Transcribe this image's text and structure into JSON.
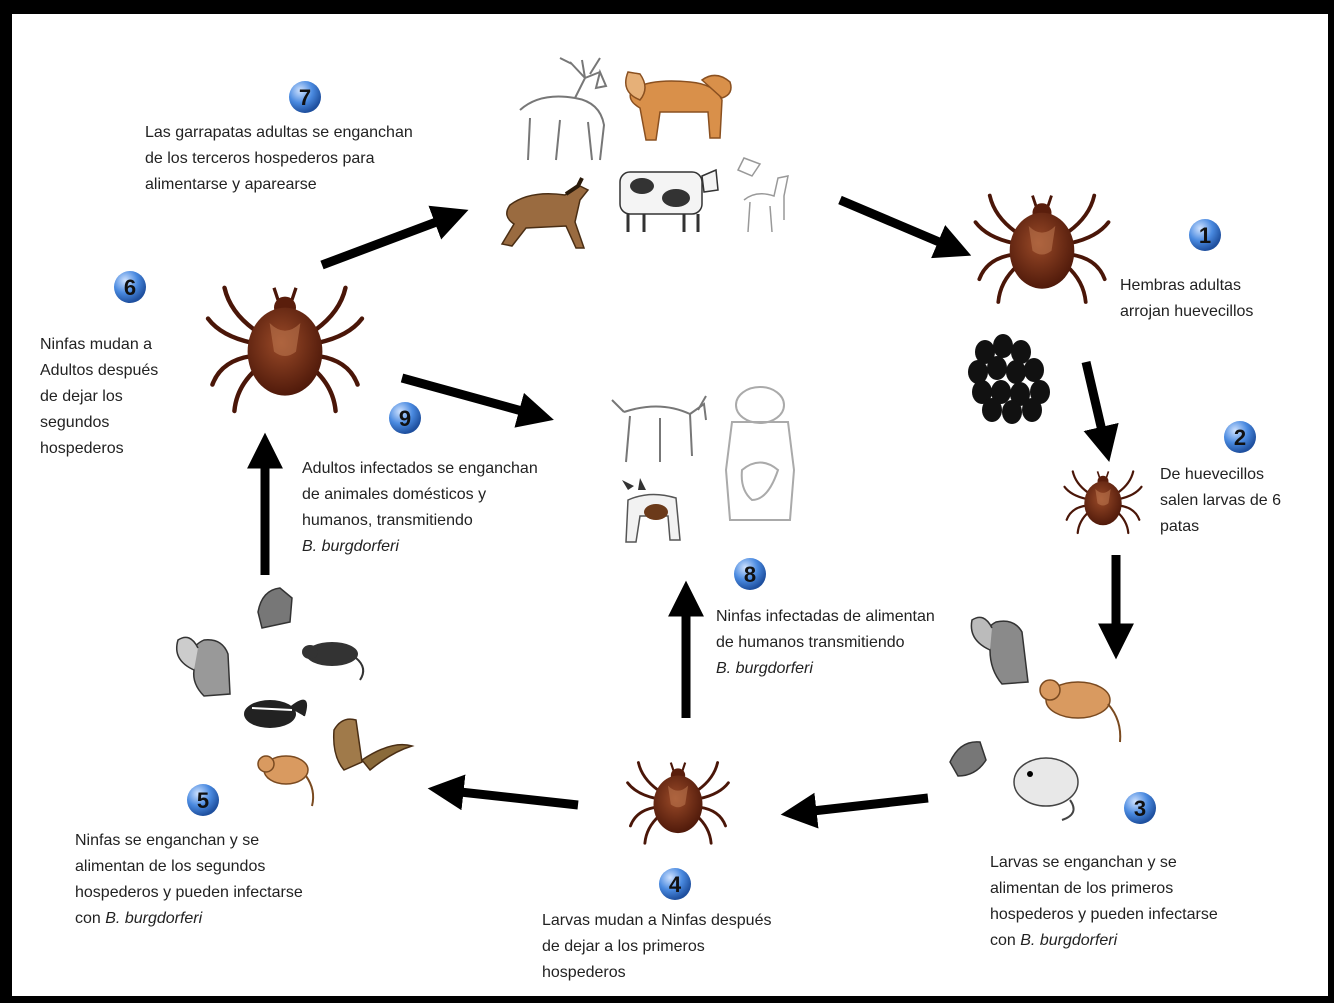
{
  "steps": [
    {
      "num": "1",
      "lines": [
        "Hembras adultas",
        "arrojan huevecillos"
      ],
      "italic": ""
    },
    {
      "num": "2",
      "lines": [
        "De huevecillos",
        "salen larvas de 6",
        "patas"
      ],
      "italic": ""
    },
    {
      "num": "3",
      "lines": [
        "Larvas se enganchan y se",
        "alimentan de los primeros",
        "hospederos y pueden infectarse",
        "con "
      ],
      "italic": "B. burgdorferi"
    },
    {
      "num": "4",
      "lines": [
        "Larvas mudan a Ninfas después",
        "de dejar a los primeros",
        "hospederos"
      ],
      "italic": ""
    },
    {
      "num": "5",
      "lines": [
        "Ninfas se enganchan y se",
        "alimentan de los segundos",
        "hospederos y pueden infectarse",
        "con "
      ],
      "italic": "B. burgdorferi"
    },
    {
      "num": "6",
      "lines": [
        "Ninfas mudan a",
        "Adultos después",
        "de dejar los",
        "segundos",
        "hospederos"
      ],
      "italic": ""
    },
    {
      "num": "7",
      "lines": [
        "Las garrapatas adultas se enganchan",
        "de los terceros hospederos para",
        "alimentarse y aparearse"
      ],
      "italic": ""
    },
    {
      "num": "8",
      "lines": [
        "Ninfas infectadas de alimentan",
        "de humanos transmitiendo",
        ""
      ],
      "italic": "B. burgdorferi"
    },
    {
      "num": "9",
      "lines": [
        "Adultos infectados se enganchan",
        "de animales domésticos y",
        "humanos, transmitiendo",
        ""
      ],
      "italic": "B. burgdorferi"
    }
  ],
  "icons": {
    "tick": "tick-icon",
    "eggs": "eggs-icon",
    "deer": "deer-icon",
    "dog": "dog-icon",
    "horse": "horse-icon",
    "cow": "cow-icon",
    "fawn": "fawn-icon",
    "squirrel": "squirrel-icon",
    "mouse": "mouse-icon",
    "bird": "bird-icon",
    "rat": "rat-icon",
    "chipmunk": "chipmunk-icon",
    "cat": "cat-icon",
    "human": "human-body-icon",
    "arrow": "arrow-icon"
  },
  "colors": {
    "badge": "#3d7fd6",
    "tick_body": "#6e2a14",
    "tick_shield": "#8a4a2a",
    "eggs": "#111111"
  }
}
